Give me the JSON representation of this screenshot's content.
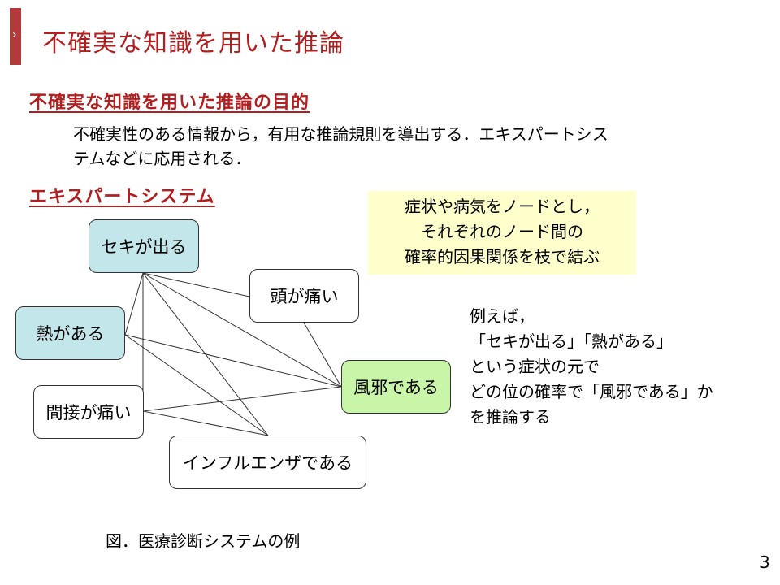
{
  "slide": {
    "title": "不確実な知識を用いた推論",
    "chevron": "›",
    "section1_heading": "不確実な知識を用いた推論の目的",
    "purpose_line1": "不確実性のある情報から，有用な推論規則を導出する．エキスパートシス",
    "purpose_line2": "テムなどに応用される．",
    "section2_heading": "エキスパートシステム",
    "note_line1": "症状や病気をノードとし，",
    "note_line2": "それぞれのノード間の",
    "note_line3": "確率的因果関係を枝で結ぶ",
    "example_line1": "例えば，",
    "example_line2": "「セキが出る」「熱がある」",
    "example_line3": "という症状の元で",
    "example_line4": "どの位の確率で「風邪である」か",
    "example_line5": "を推論する",
    "caption": "図．医療診断システムの例",
    "page_number": "3"
  },
  "diagram": {
    "nodes": {
      "cough": "セキが出る",
      "fever": "熱がある",
      "joint_pain": "間接が痛い",
      "headache": "頭が痛い",
      "cold": "風邪である",
      "influenza": "インフルエンザである"
    }
  },
  "colors": {
    "accent": "#b02020",
    "title_bar": "#b23a3a",
    "symptom_fill": "#c2e6ea",
    "disease_fill": "#c8f5a8",
    "note_fill": "#ffffcc"
  }
}
